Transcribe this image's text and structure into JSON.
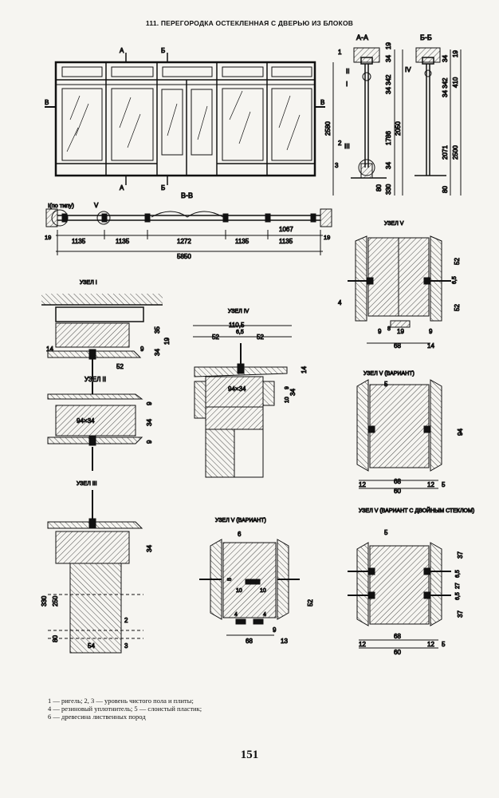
{
  "title": "111. ПЕРЕГОРОДКА ОСТЕКЛЕННАЯ С ДВЕРЬЮ ИЗ БЛОКОВ",
  "section_labels": {
    "aa": "А-А",
    "bb": "Б-Б",
    "vv": "В-В",
    "a": "А",
    "b": "Б",
    "v": "В"
  },
  "elevation_marks": {
    "m1": "1",
    "m2": "2",
    "m3": "3",
    "roman1": "I",
    "roman2": "II",
    "roman3": "III",
    "roman4": "IV",
    "roman5": "V",
    "tip": "I(по типу)"
  },
  "dims_section_aa": {
    "d1": "34",
    "d2": "19",
    "d3": "34 342",
    "d4": "2580",
    "d5": "1786",
    "d6": "2050",
    "d7": "34",
    "d8": "80",
    "d9": "330"
  },
  "dims_section_bb": {
    "d1": "34",
    "d2": "19",
    "d3": "34 342",
    "d4": "410",
    "d5": "2071",
    "d6": "2500",
    "d7": "80"
  },
  "plan_dims": {
    "left": "19",
    "right": "19",
    "s1": "1135",
    "s2": "1135",
    "s3": "1272",
    "s4": "1135",
    "s5": "1135",
    "door": "1067",
    "total": "5850"
  },
  "nodes": {
    "u1": {
      "title": "УЗЕЛ I",
      "d": [
        "35",
        "34",
        "19",
        "9",
        "14",
        "52"
      ]
    },
    "u2": {
      "title": "УЗЕЛ II",
      "section": "94×34",
      "d": [
        "9",
        "34",
        "9"
      ]
    },
    "u3": {
      "title": "УЗЕЛ III",
      "d": [
        "34",
        "330",
        "250",
        "80",
        "54",
        "2",
        "3"
      ]
    },
    "u4": {
      "title": "УЗЕЛ IV",
      "section": "94×34",
      "d": [
        "110,5",
        "52",
        "6,5",
        "52",
        "14",
        "34",
        "10",
        "9"
      ]
    },
    "u5": {
      "title": "УЗЕЛ V",
      "d": [
        "52",
        "6,5",
        "52",
        "4",
        "9",
        "19",
        "8",
        "9",
        "68",
        "14"
      ]
    },
    "u5v": {
      "title": "УЗЕЛ V (ВАРИАНТ)",
      "d": [
        "5",
        "94",
        "12",
        "68",
        "12",
        "5",
        "60"
      ]
    },
    "u5v2": {
      "title": "УЗЕЛ V (ВАРИАНТ)",
      "d": [
        "6",
        "8",
        "10",
        "10",
        "4",
        "4",
        "52",
        "68",
        "9",
        "13"
      ]
    },
    "u5v3": {
      "title": "УЗЕЛ V (ВАРИАНТ С ДВОЙНЫМ СТЕКЛОМ)",
      "d": [
        "5",
        "37",
        "6,5",
        "27",
        "6,5",
        "37",
        "68",
        "12",
        "12",
        "5",
        "60"
      ]
    }
  },
  "caption": {
    "line1": "1 — ригель; 2, 3 — уровень чистого пола и плиты;",
    "line2": "4 — резиновый уплотнитель; 5 — слоистый пластик;",
    "line3": "6 — древесина лиственных пород"
  },
  "page_number": "151"
}
